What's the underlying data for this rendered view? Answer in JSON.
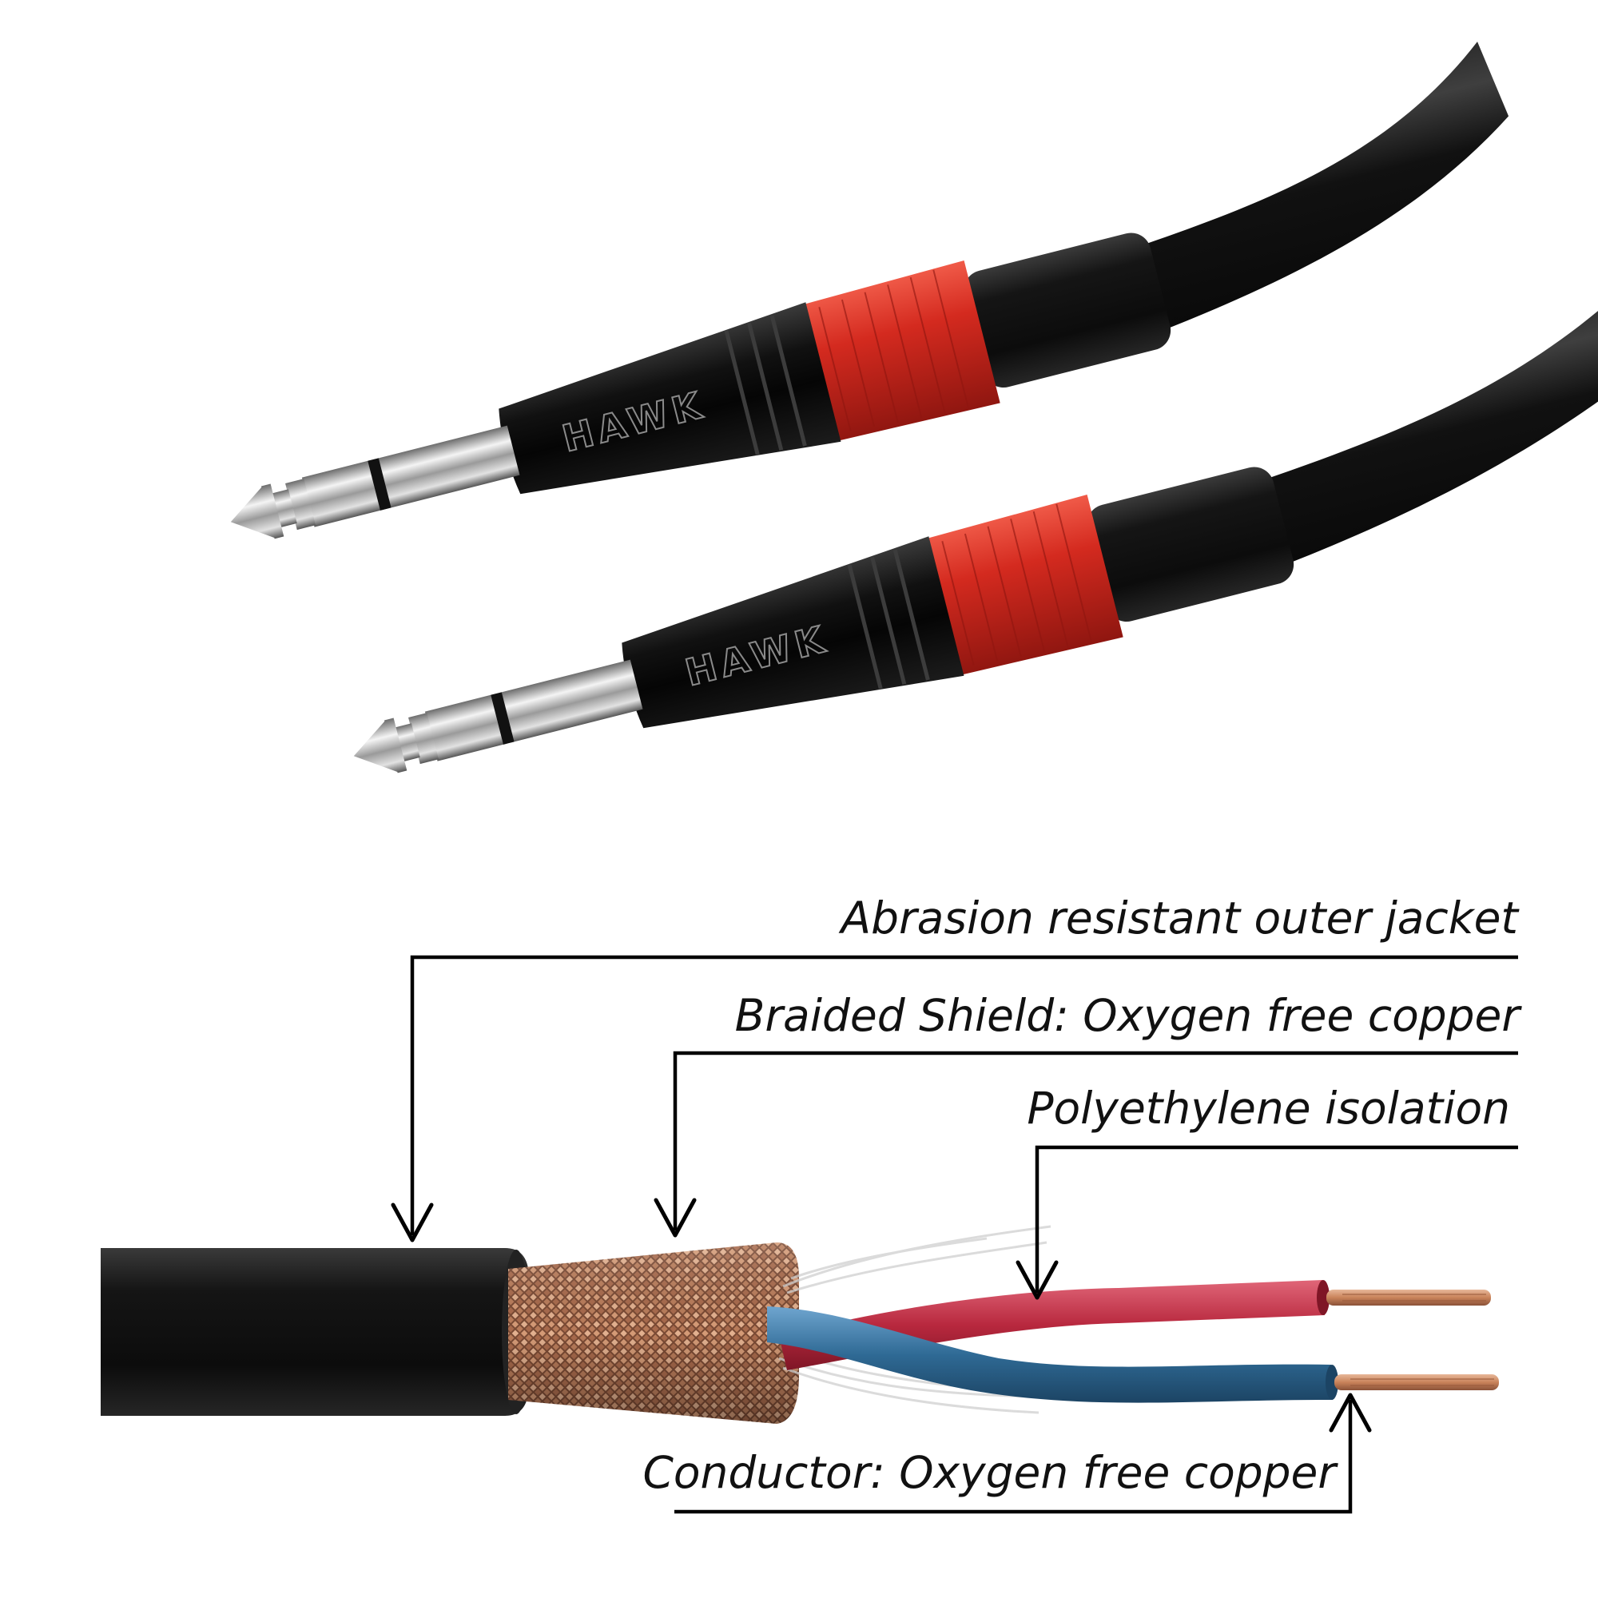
{
  "plugs": {
    "brand_top": "HAWK",
    "brand_bottom": "HAWK"
  },
  "callouts": {
    "jacket": "Abrasion resistant outer jacket",
    "shield": "Braided Shield: Oxygen free copper",
    "isolation": "Polyethylene isolation",
    "conductor": "Conductor: Oxygen free copper"
  },
  "colors": {
    "jacket": "#141414",
    "collar_red": "#d42a1f",
    "shield_copper": "#b97c5a",
    "wire_red": "#b8283e",
    "wire_blue": "#2f6a95",
    "conductor_copper": "#d98a5e"
  }
}
